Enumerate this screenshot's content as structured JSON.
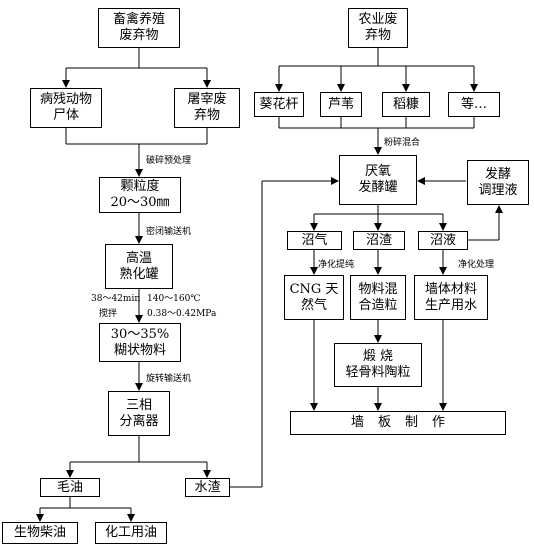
{
  "boxes": {
    "livestock_waste": "畜禽养殖\n废弃物",
    "sick_dead_animals": "病残动物\n尸体",
    "slaughter_waste": "屠宰废\n弃物",
    "particles": "颗粒度\n20～30㎜",
    "sterilizer": "高温\n熟化罐",
    "paste": "30～35%\n糊状物料",
    "separator": "三相\n分离器",
    "crude_oil": "毛油",
    "water_residue": "水渣",
    "biodiesel": "生物柴油",
    "chem_oil": "化工用油",
    "agri_waste": "农业废\n弃物",
    "sunflower": "葵花杆",
    "reed": "芦苇",
    "rice_husk": "稻糠",
    "etc": "等…",
    "anaerobic_tank": "厌氧\n发酵罐",
    "ferment_liquid": "发酵\n调理液",
    "biogas": "沼气",
    "digestate": "沼渣",
    "slurry": "沼液",
    "cng": "CNG 天\n然气",
    "granulate": "物料混\n合造粒",
    "wall_water": "墙体材料\n生产用水",
    "ceramsite": "煅 烧\n轻骨料陶粒",
    "wall_board": "墙板制作"
  },
  "labels": {
    "crush_pre": "破碎预处理",
    "sealed_conveyor": "密闭输送机",
    "time": "38～42min",
    "temp": "140～160℃",
    "stir": "搅拌",
    "pressure": "0.38～0.42MPa",
    "rotary_conveyor": "旋转输送机",
    "crush_mix": "粉碎混合",
    "purify_extract": "净化提纯",
    "purify_treat": "净化处理"
  }
}
